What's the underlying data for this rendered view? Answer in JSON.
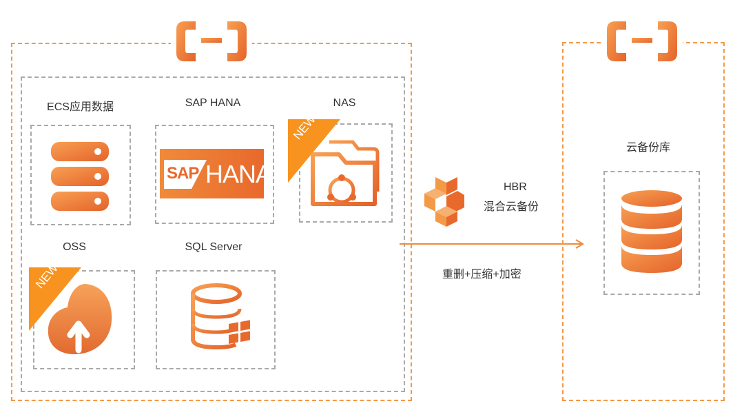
{
  "source_region": {
    "items": [
      {
        "label": "ECS应用数据",
        "icon": "server-stack-icon"
      },
      {
        "label": "SAP HANA",
        "icon": "sap-hana-logo",
        "logo_sap": "SAP",
        "logo_hana": "HANA"
      },
      {
        "label": "NAS",
        "icon": "folder-share-icon",
        "badge": "NEW"
      },
      {
        "label": "OSS",
        "icon": "cloud-upload-icon",
        "badge": "NEW"
      },
      {
        "label": "SQL Server",
        "icon": "database-windows-icon"
      }
    ]
  },
  "service": {
    "name": "HBR",
    "subtitle": "混合云备份",
    "transfer_features": "重删+压缩+加密"
  },
  "target_region": {
    "label": "云备份库",
    "icon": "database-icon"
  },
  "colors": {
    "accent": "#f0772b",
    "accent_light": "#f39a47",
    "badge": "#f7931e",
    "frame_gray": "#a9a9a9"
  }
}
